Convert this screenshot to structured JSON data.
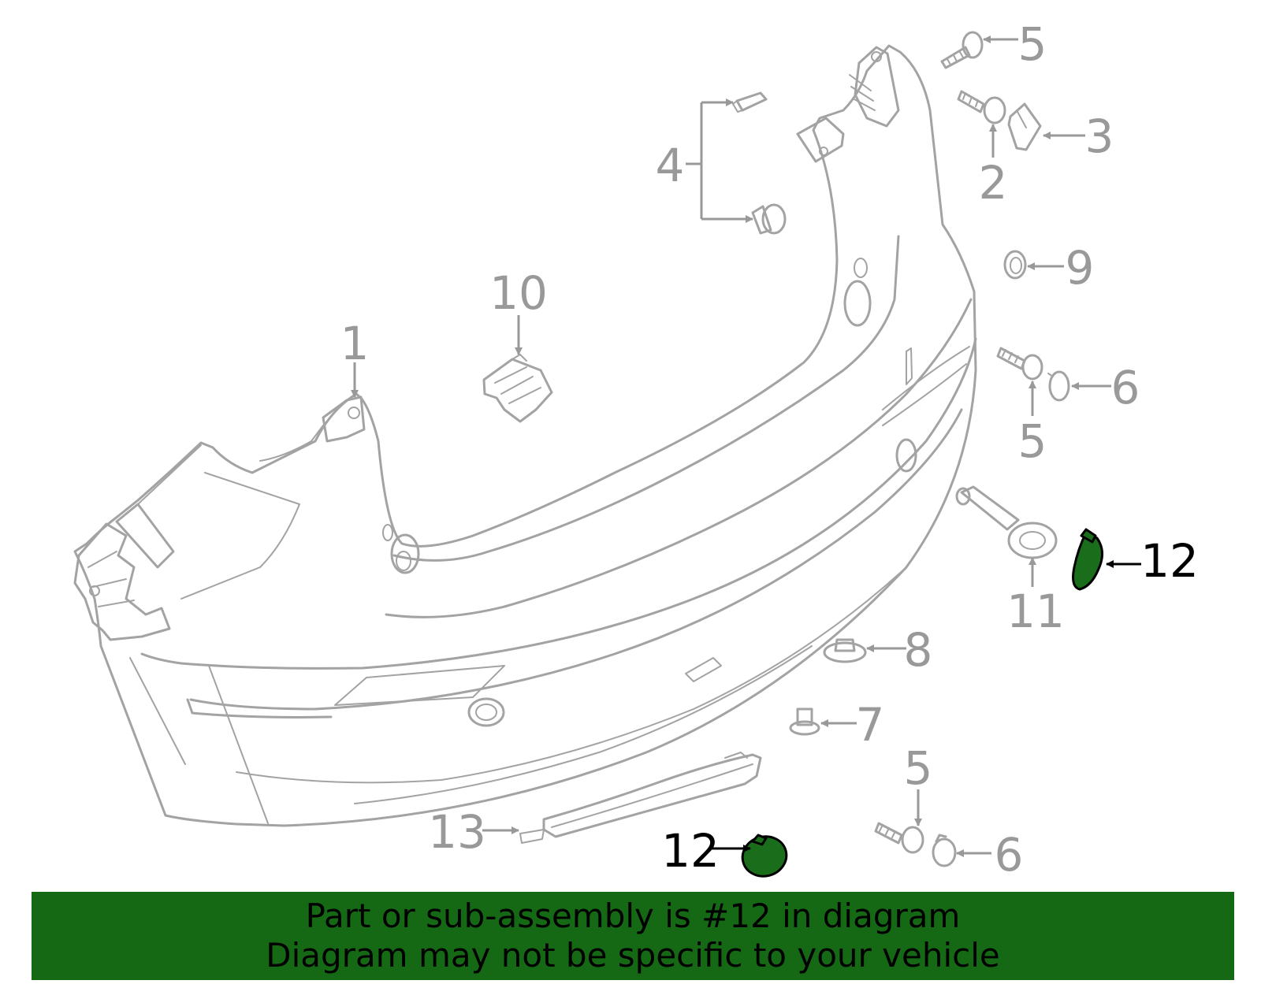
{
  "highlight_color": "#156814",
  "callouts": {
    "c1": "1",
    "c2": "2",
    "c3": "3",
    "c4": "4",
    "c5a": "5",
    "c5b": "5",
    "c5c": "5",
    "c6a": "6",
    "c6b": "6",
    "c7": "7",
    "c8": "8",
    "c9": "9",
    "c10": "10",
    "c11": "11",
    "c12a": "12",
    "c12b": "12",
    "c13": "13"
  },
  "banner": {
    "line1": "Part or sub-assembly is #12 in diagram",
    "line2": "Diagram may not be specific to your vehicle"
  }
}
